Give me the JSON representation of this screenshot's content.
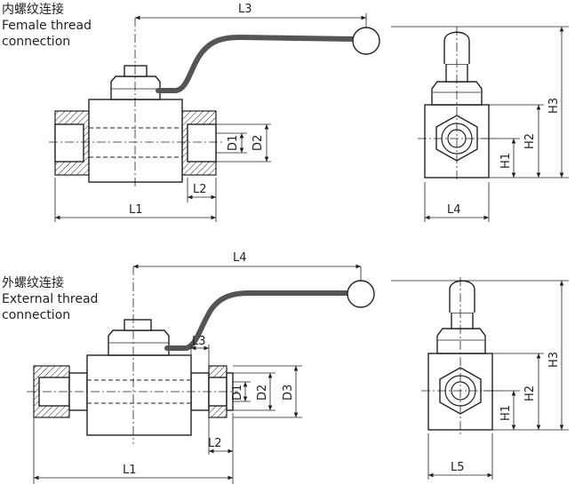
{
  "top": {
    "caption_cn": "内螺纹连接",
    "caption_en_1": "Female thread",
    "caption_en_2": "connection",
    "labels": {
      "L3": "L3",
      "D1": "D1",
      "D2": "D2",
      "L2": "L2",
      "L1": "L1",
      "L4": "L4",
      "H1": "H1",
      "H2": "H2",
      "H3": "H3"
    }
  },
  "bottom": {
    "caption_cn": "外螺纹连接",
    "caption_en_1": "External thread",
    "caption_en_2": "connection",
    "labels": {
      "L4": "L4",
      "L3": "L3",
      "D1": "D1",
      "D2": "D2",
      "D3": "D3",
      "L2": "L2",
      "L1": "L1",
      "L5": "L5",
      "H1": "H1",
      "H2": "H2",
      "H3": "H3"
    }
  }
}
